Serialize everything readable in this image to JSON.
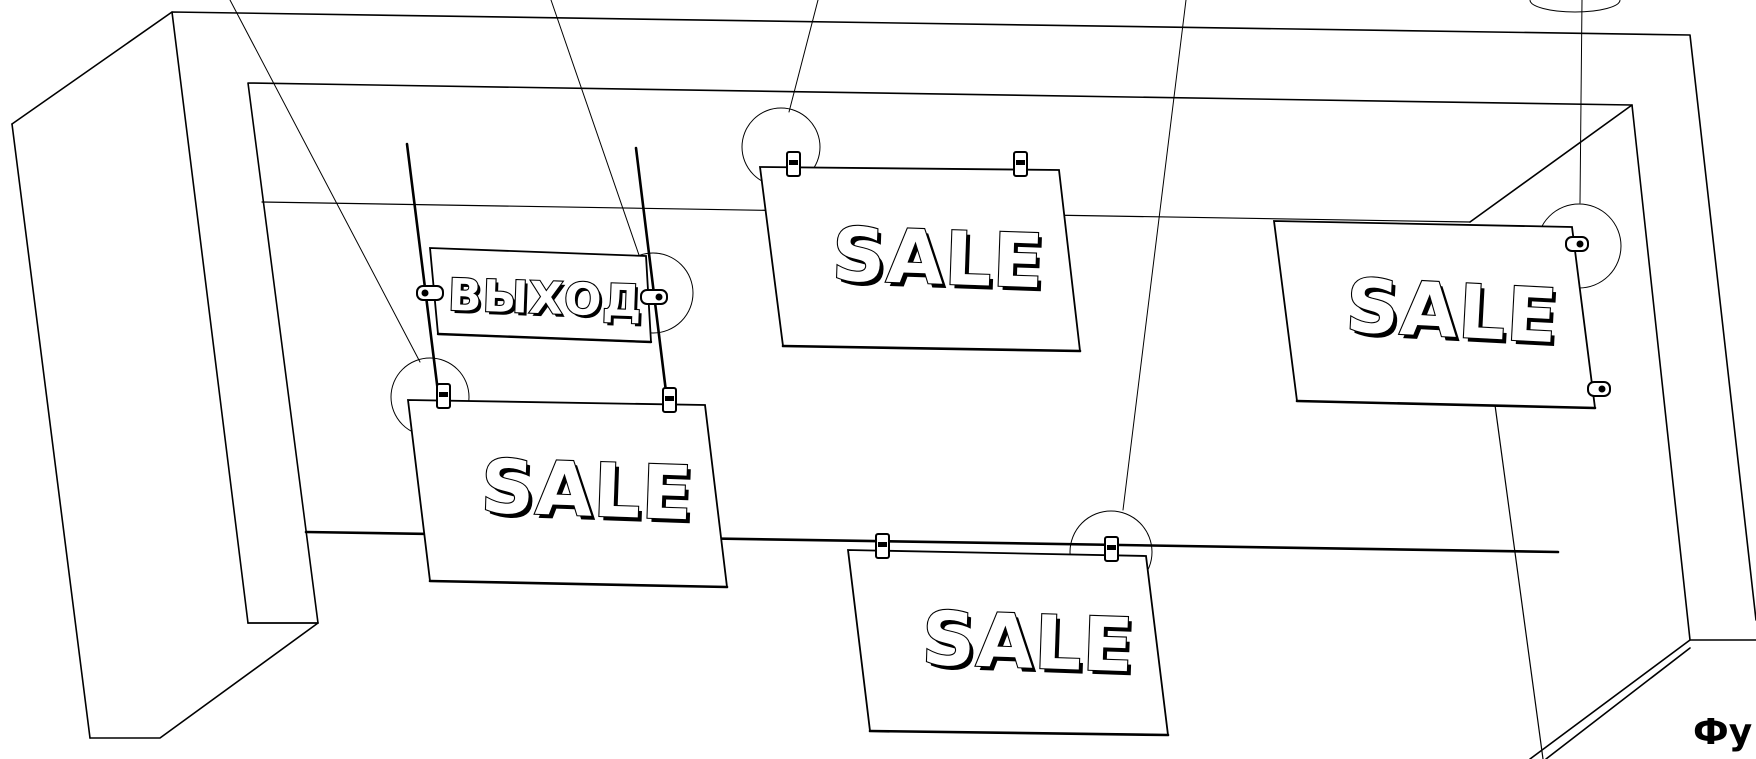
{
  "signs": {
    "exit": "ВЫХОД",
    "sale_1": "SALE",
    "sale_2": "SALE",
    "sale_3": "SALE",
    "sale_4": "SALE"
  },
  "caption": "Фу",
  "colors": {
    "line": "#000000",
    "background": "#ffffff",
    "panel": "#ffffff"
  }
}
